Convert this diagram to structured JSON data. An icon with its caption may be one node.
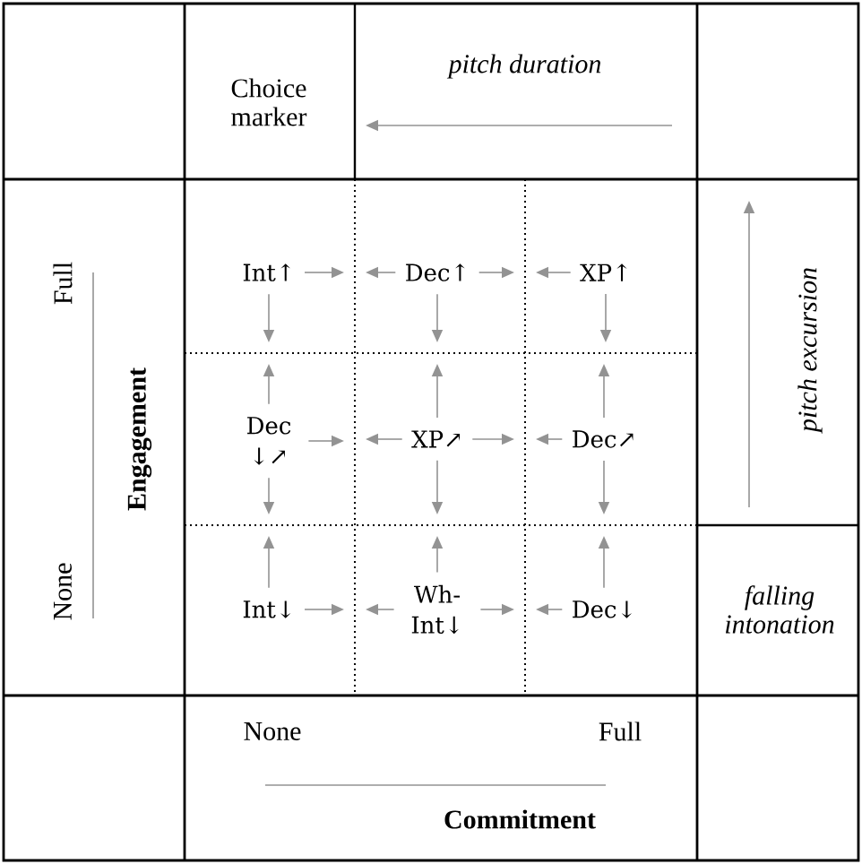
{
  "diagram": {
    "nodes": [
      {
        "text": [
          "Int↑"
        ]
      },
      {
        "text": [
          "Dec↑"
        ]
      },
      {
        "text": [
          "XP↑"
        ]
      },
      {
        "text": [
          "Dec ↓↗"
        ]
      },
      {
        "text": [
          "XP↗"
        ]
      },
      {
        "text": [
          "Dec↗"
        ]
      },
      {
        "text": [
          "Int↓"
        ]
      },
      {
        "text": [
          "Wh- Int↓"
        ]
      },
      {
        "text": [
          "Dec↓"
        ]
      }
    ],
    "edges": [
      {
        "from": 0,
        "to": null,
        "arrow": "to"
      },
      {
        "from": 0,
        "to": null,
        "arrow": "to"
      },
      {
        "from": 1,
        "to": null,
        "arrow": "to"
      },
      {
        "from": 1,
        "to": null,
        "arrow": "to"
      },
      {
        "from": 1,
        "to": null,
        "arrow": "to"
      },
      {
        "from": 2,
        "to": null,
        "arrow": "to"
      },
      {
        "from": 2,
        "to": null,
        "arrow": "to"
      },
      {
        "from": 3,
        "to": null,
        "arrow": "to"
      },
      {
        "from": 3,
        "to": null,
        "arrow": "to"
      },
      {
        "from": 3,
        "to": null,
        "arrow": "to"
      },
      {
        "from": 4,
        "to": null,
        "arrow": "to"
      },
      {
        "from": 4,
        "to": null,
        "arrow": "to"
      },
      {
        "from": 4,
        "to": null,
        "arrow": "to"
      },
      {
        "from": 4,
        "to": null,
        "arrow": "to"
      },
      {
        "from": 5,
        "to": null,
        "arrow": "to"
      },
      {
        "from": 5,
        "to": null,
        "arrow": "to"
      },
      {
        "from": 5,
        "to": null,
        "arrow": "to"
      },
      {
        "from": 6,
        "to": null,
        "arrow": "to"
      },
      {
        "from": 6,
        "to": null,
        "arrow": "to"
      },
      {
        "from": 7,
        "to": null,
        "arrow": "to"
      },
      {
        "from": 7,
        "to": null,
        "arrow": "to"
      },
      {
        "from": 7,
        "to": null,
        "arrow": "to"
      },
      {
        "from": 8,
        "to": null,
        "arrow": "to"
      },
      {
        "from": 8,
        "to": null,
        "arrow": "to"
      }
    ],
    "labels": [
      "Choice marker",
      "pitch duration",
      "Full",
      "Engagement",
      "pitch excursion",
      "None",
      "falling intonation",
      "None",
      "Full",
      "Commitment"
    ]
  }
}
